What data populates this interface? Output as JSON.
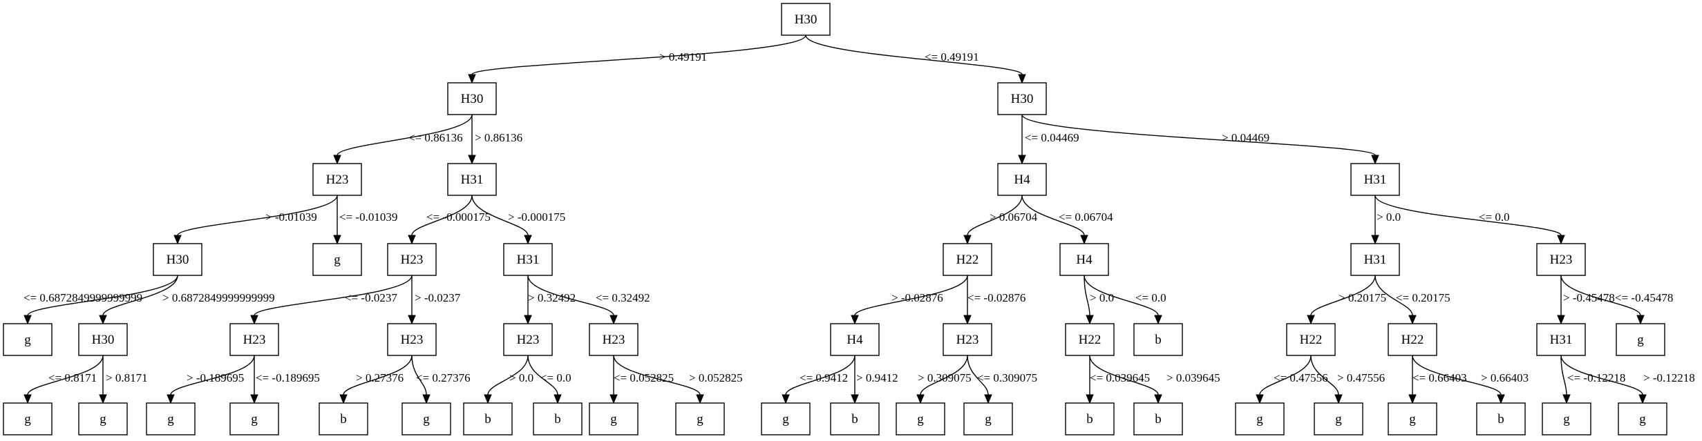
{
  "nodes": {
    "n0": "H30",
    "n1": "H30",
    "n2": "H30",
    "n3": "H23",
    "n4": "H31",
    "n5": "H30",
    "n6": "g",
    "n7": "g",
    "n8": "H30",
    "n9": "g",
    "n10": "g",
    "n11": "H23",
    "n12": "H31",
    "n13": "H23",
    "n14": "g",
    "n15": "g",
    "n16": "H23",
    "n17": "b",
    "n18": "g",
    "n19": "H23",
    "n20": "b",
    "n21": "b",
    "n22": "H23",
    "n23": "g",
    "n24": "g",
    "n25": "H4",
    "n26": "H31",
    "n27": "H22",
    "n28": "H4",
    "n29": "H4",
    "n30": "g",
    "n31": "b",
    "n32": "H23",
    "n33": "g",
    "n34": "g",
    "n35": "H22",
    "n36": "b",
    "n37": "b",
    "n38": "b",
    "n39": "H31",
    "n40": "H22",
    "n41": "g",
    "n42": "g",
    "n43": "H22",
    "n44": "g",
    "n45": "b",
    "n46": "H23",
    "n47": "H31",
    "n48": "g",
    "n49": "g",
    "n50": "g"
  },
  "edges": {
    "e0_1": "> 0.49191",
    "e0_2": "<= 0.49191",
    "e1_3": "<= 0.86136",
    "e1_4": "> 0.86136",
    "e3_5": "> -0.01039",
    "e3_6": "<= -0.01039",
    "e5_7": "<= 0.6872849999999999",
    "e5_8": "> 0.6872849999999999",
    "e8_9": "<= 0.8171",
    "e8_10": "> 0.8171",
    "e4_11": "<= -0.000175",
    "e4_12": "> -0.000175",
    "e11_13": "<= -0.0237",
    "e11_16": "> -0.0237",
    "e13_14": "> -0.189695",
    "e13_15": "<= -0.189695",
    "e16_17": "> 0.27376",
    "e16_18": "<= 0.27376",
    "e12_19": "> 0.32492",
    "e12_22": "<= 0.32492",
    "e19_20": "> 0.0",
    "e19_21": "<= 0.0",
    "e22_23": "<= 0.052825",
    "e22_24": "> 0.052825",
    "e2_25": "<= 0.04469",
    "e2_26": "> 0.04469",
    "e25_27": "> 0.06704",
    "e25_28": "<= 0.06704",
    "e27_29": "> -0.02876",
    "e27_32": "<= -0.02876",
    "e29_30": "<= 0.9412",
    "e29_31": "> 0.9412",
    "e32_33": "> 0.309075",
    "e32_34": "<= 0.309075",
    "e28_35": "> 0.0",
    "e28_38": "<= 0.0",
    "e35_36": "<= 0.039645",
    "e35_37": "> 0.039645",
    "e26_39": "> 0.0",
    "e26_46": "<= 0.0",
    "e39_40": "> 0.20175",
    "e39_43": "<= 0.20175",
    "e40_41": "<= 0.47556",
    "e40_42": "> 0.47556",
    "e43_44": "<= 0.66403",
    "e43_45": "> 0.66403",
    "e46_47": "> -0.45478",
    "e46_50": "<= -0.45478",
    "e47_48": "<= -0.12218",
    "e47_49": "> -0.12218"
  }
}
